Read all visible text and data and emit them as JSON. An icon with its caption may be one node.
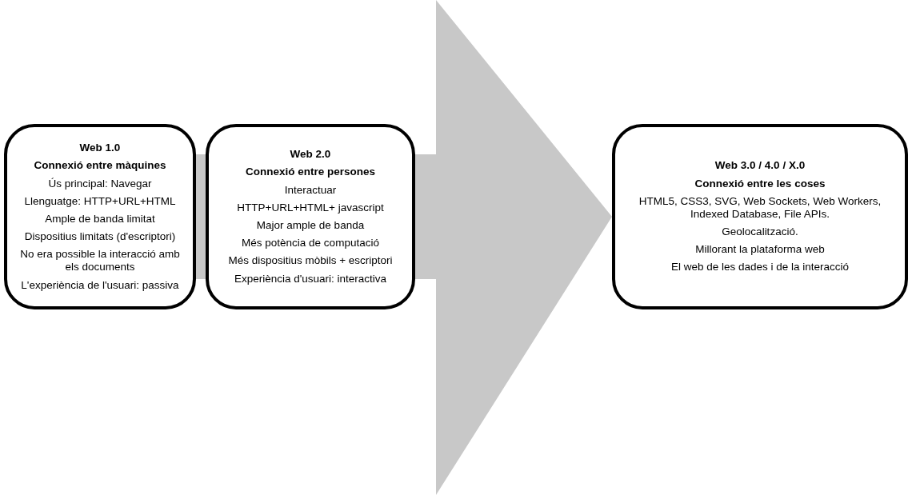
{
  "diagram": {
    "nodes": [
      {
        "text": [
          "Web 1.0",
          "Connexió entre màquines",
          "Ús principal: Navegar",
          "Llenguatge: HTTP+URL+HTML",
          "Ample de banda limitat",
          "Dispositius limitats (d'escriptori)",
          "No era possible la interacció amb els documents",
          "L'experiència de l'usuari: passiva"
        ]
      },
      {
        "text": [
          "Web 2.0",
          "Connexió entre persones",
          "Interactuar",
          "HTTP+URL+HTML+ javascript",
          "Major ample de banda",
          "Més potència de computació",
          "Més dispositius mòbils + escriptori",
          "Experiència d'usuari: interactiva"
        ]
      },
      {
        "text": [
          "Web 3.0 / 4.0 / X.0",
          "Connexió entre les coses",
          "HTML5, CSS3, SVG, Web Sockets, Web Workers, Indexed Database, File APIs.",
          "Geolocalització.",
          "Millorant la plataforma web",
          "El web de les dades i de la interacció"
        ]
      }
    ],
    "edges": [
      {
        "from": 0,
        "to": 2,
        "arrow": "to",
        "style": "thick",
        "color": "#c8c8c8"
      }
    ]
  }
}
